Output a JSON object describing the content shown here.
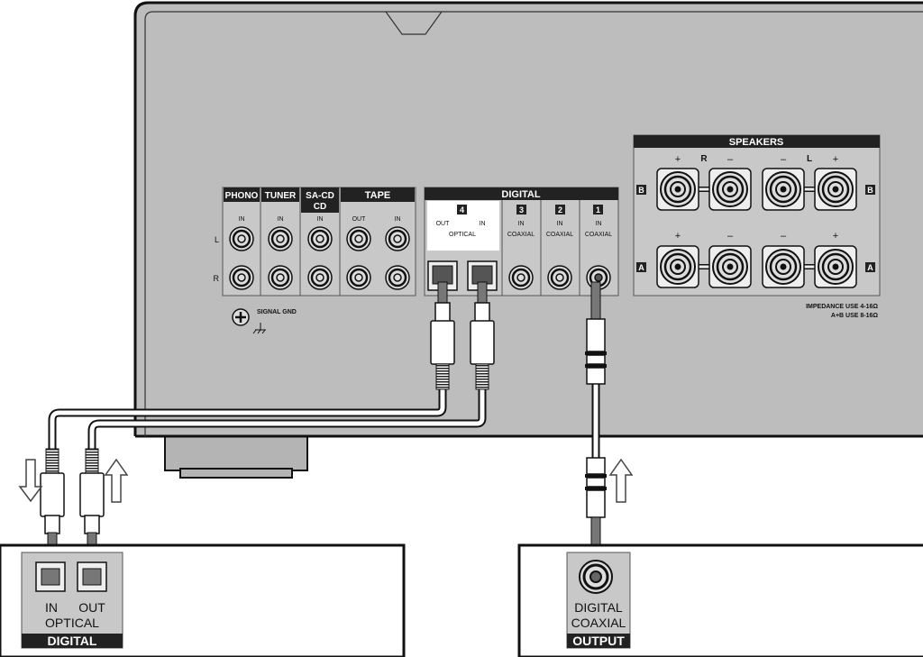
{
  "receiver": {
    "inputs": {
      "phono": {
        "title": "PHONO",
        "in": "IN"
      },
      "tuner": {
        "title": "TUNER",
        "in": "IN"
      },
      "sacd": {
        "title_line1": "SA-CD",
        "title_line2": "CD",
        "in": "IN"
      },
      "tape": {
        "title": "TAPE",
        "out": "OUT",
        "in": "IN"
      },
      "row_l": "L",
      "row_r": "R"
    },
    "digital": {
      "title": "DIGITAL",
      "port4": {
        "number": "4",
        "out": "OUT",
        "in": "IN",
        "label": "OPTICAL"
      },
      "port3": {
        "number": "3",
        "in": "IN",
        "label": "COAXIAL"
      },
      "port2": {
        "number": "2",
        "in": "IN",
        "label": "COAXIAL"
      },
      "port1": {
        "number": "1",
        "in": "IN",
        "label": "COAXIAL"
      }
    },
    "signal_gnd": "SIGNAL GND",
    "speakers": {
      "title": "SPEAKERS",
      "plus": "+",
      "minus": "–",
      "right": "R",
      "left": "L",
      "row_b": "B",
      "row_a": "A",
      "impedance_line1": "IMPEDANCE USE 4-16Ω",
      "impedance_line2": "A+B USE 8-16Ω"
    }
  },
  "device_left": {
    "in": "IN",
    "out": "OUT",
    "label": "OPTICAL",
    "footer": "DIGITAL"
  },
  "device_right": {
    "label_line1": "DIGITAL",
    "label_line2": "COAXIAL",
    "footer": "OUTPUT"
  }
}
